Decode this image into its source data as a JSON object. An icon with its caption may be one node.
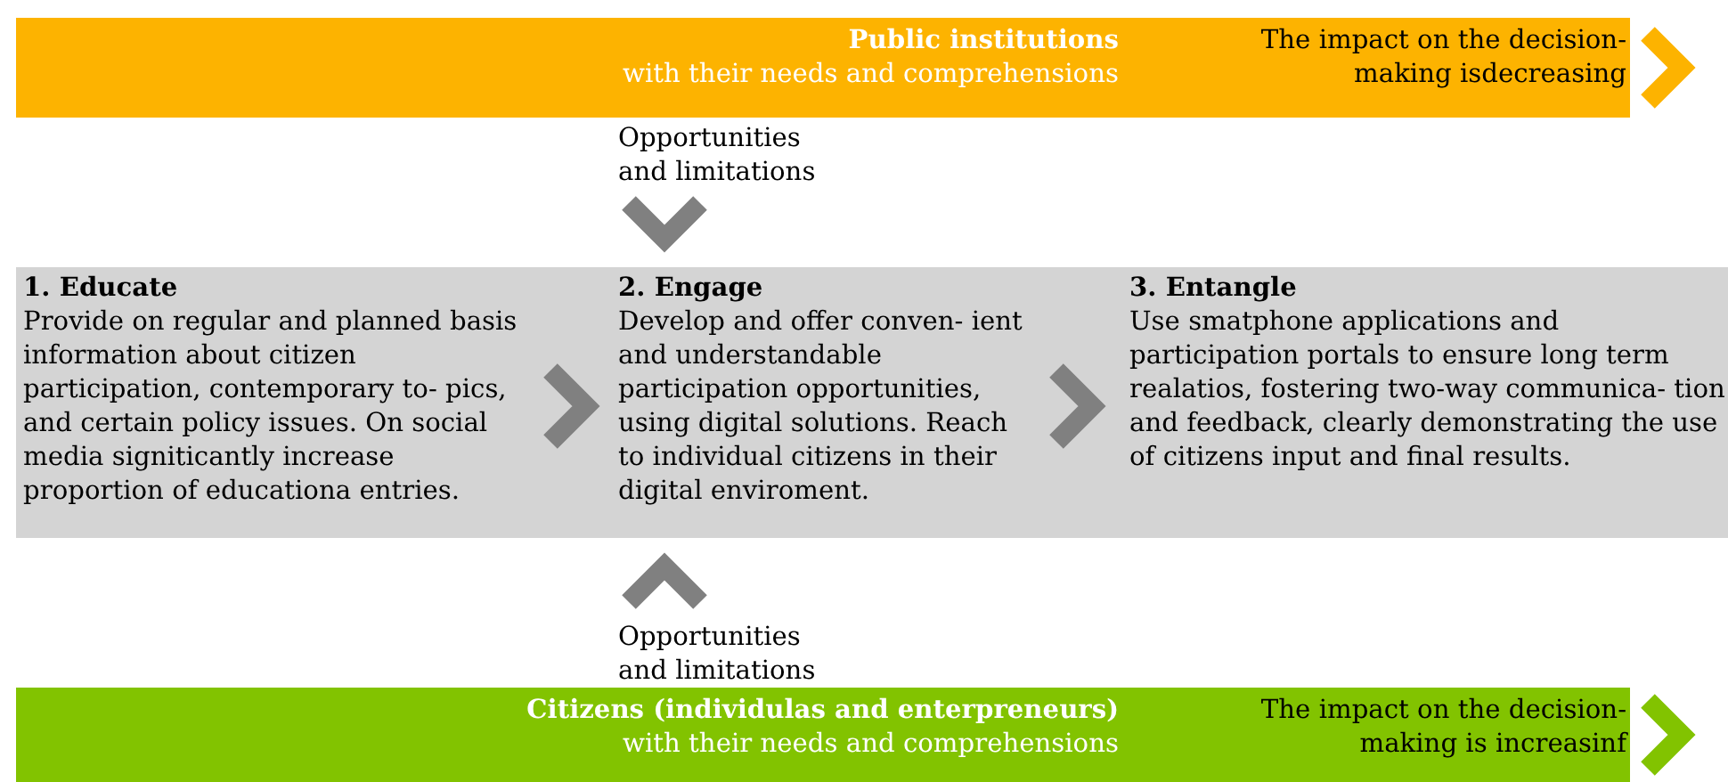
{
  "diagram": {
    "nodes": [
      {
        "text": [
          "Public institutions",
          "with their needs and comprehensions",
          "The impact on the decision-making isdecreasing"
        ]
      },
      {
        "text": [],
        "shape": "box"
      },
      {
        "text": [
          "1. Educate",
          "Provide on regular and planned basis information about citizen participation, contemporary to- pics, and certain policy issues. On social media signiticantly increase proportion of educationa entries."
        ],
        "in": 1
      },
      {
        "text": [
          "2. Engage",
          "Develop and offer conven- ient and understandable participation opportunities, using digital solutions. Reach to individual citizens in their digital enviroment."
        ],
        "in": 1
      },
      {
        "text": [
          "3. Entangle",
          "Use smatphone applications and participation portals to ensure long term realatios, fostering two-way communica- tion and feedback, clearly demonstrating the use of citizens input and final results."
        ],
        "in": 1
      },
      {
        "text": [
          "Citizens (individulas and enterpreneurs)",
          "with their needs and comprehensions",
          "The impact on the decision-making is increasinf"
        ]
      }
    ],
    "edges": [
      {
        "from": 0,
        "to": 1,
        "arrow": "to",
        "label": "Opportunities and limitations"
      },
      {
        "from": 5,
        "to": 1,
        "arrow": "to",
        "label": "Opportunities and limitations"
      },
      {
        "from": 2,
        "to": 3,
        "arrow": "to"
      },
      {
        "from": 3,
        "to": 4,
        "arrow": "to"
      }
    ]
  }
}
